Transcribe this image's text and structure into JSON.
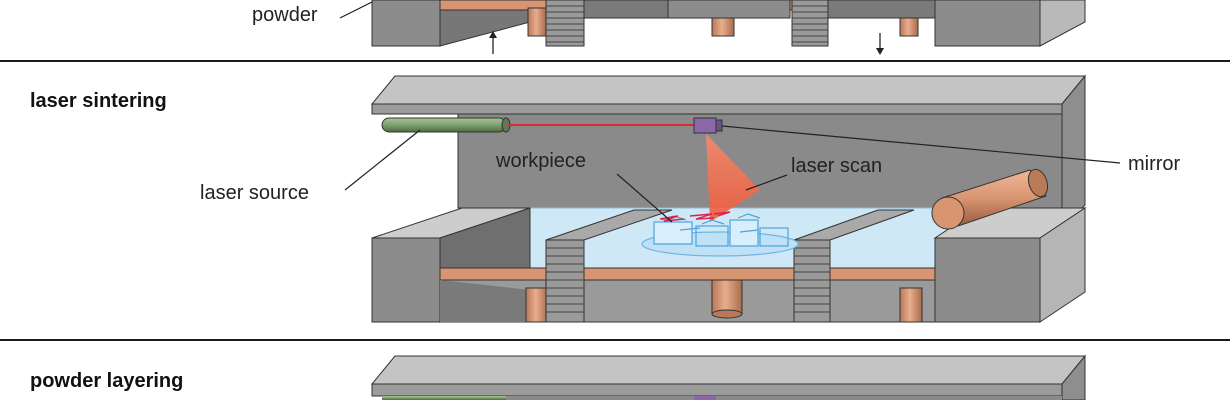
{
  "sections": {
    "top": {
      "labels": {
        "powder": "powder"
      }
    },
    "laser_sintering": {
      "title": "laser sintering",
      "labels": {
        "workpiece": "workpiece",
        "laser_scan": "laser scan",
        "mirror": "mirror",
        "laser_source": "laser source"
      }
    },
    "powder_layering": {
      "title": "powder layering"
    }
  },
  "colors": {
    "frame_gray": "#8a8a8a",
    "frame_light": "#c7c7c7",
    "frame_dark": "#5c5c5c",
    "bed_copper": "#d89572",
    "powder_blue": "#cfe8f6",
    "laser_source_green": "#7f9f6e",
    "laser_beam_red": "#d8283a",
    "mirror_purple": "#8a67a6",
    "scan_cone": "#f16a4e",
    "workpiece_blue": "#4aa3e0"
  },
  "icons": [
    "up-arrow-icon",
    "down-arrow-icon"
  ]
}
